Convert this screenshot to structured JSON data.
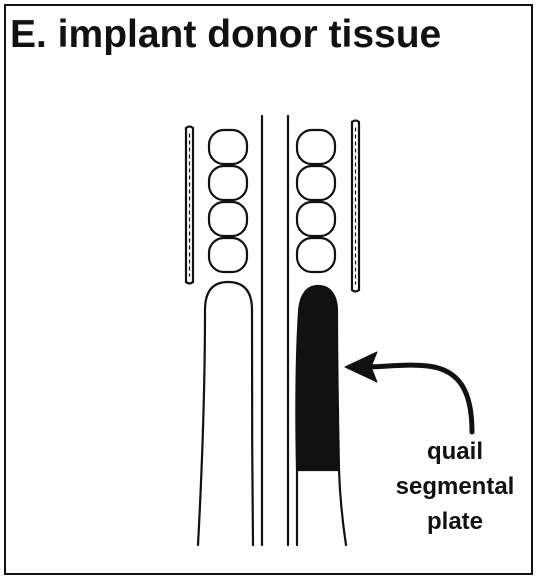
{
  "title": "E. implant donor tissue",
  "annotation": {
    "line1": "quail",
    "line2": "segmental",
    "line3": "plate"
  },
  "colors": {
    "ink": "#111111",
    "donor_tissue": "#111111",
    "background": "#ffffff"
  }
}
